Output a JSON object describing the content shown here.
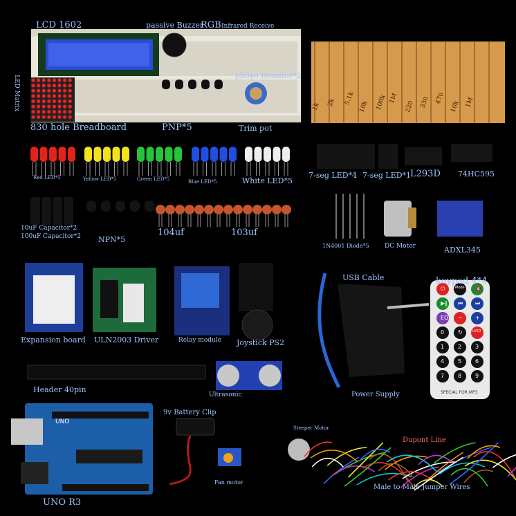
{
  "labels": {
    "lcd": "LCD 1602",
    "buzzer": "passive Buzzer",
    "rgb": "RGB",
    "ir": "Infrared Receive",
    "photo": "phoyo Resistor*2",
    "ledmatrix": "LED Matrix",
    "breadboard": "830 hole Breadboard",
    "pnp": "PNP*5",
    "trim": "Trim pot",
    "red_led": "Red LED*5",
    "yellow_led": "Yellow LED*5",
    "green_led": "Green LED*5",
    "blue_led": "Blue LED*5",
    "white_led": "White LED*5",
    "seg4": "7-seg LED*4",
    "seg1": "7-seg LED*1",
    "l293d": "L293D",
    "hc595": "74HC595",
    "cap1": "10uF Capacitor*2",
    "cap2": "100uF Capacitor*2",
    "npn": "NPN*5",
    "c104": "104uf",
    "c103": "103uf",
    "diode": "1N4001 Diode*5",
    "dcmotor": "DC Motor",
    "adxl": "ADXL345",
    "usb": "USB Cable",
    "keypad": "keypad 4*4",
    "expansion": "Expansion board",
    "uln": "ULN2003 Driver",
    "relay": "Relay module",
    "joystick": "Joystick PS2",
    "header": "Header 40pin",
    "ultrasonic": "Ultrasonic",
    "power": "Power Supply",
    "battery": "9v Battery Clip",
    "steeper": "Steeper Motor",
    "fan": "Fan motor",
    "dupont": "Dupont Line",
    "jumper": "Male to Male Jumper Wires",
    "uno": "UNO R3",
    "uno_logo": "UNO",
    "remote_sub": "SPECIAL FOR MP3",
    "resistors": [
      "1k",
      "2k",
      "5.1k",
      "10k",
      "100k",
      "1M",
      "220",
      "330",
      "470",
      "10k",
      "1M"
    ],
    "remote_rows": [
      [
        "⏻",
        "Mode",
        "🔇"
      ],
      [
        "▶‖",
        "⏮",
        "⏭"
      ],
      [
        "EQ",
        "−",
        "+"
      ],
      [
        "0",
        "↻",
        "U/SD"
      ],
      [
        "1",
        "2",
        "3"
      ],
      [
        "4",
        "5",
        "6"
      ],
      [
        "7",
        "8",
        "9"
      ]
    ]
  },
  "colors": {
    "label": "#9ec4ff",
    "accent": "#ff6a5a",
    "board_blue": "#1a3d8f",
    "pcb_green": "#1d6b3a"
  }
}
